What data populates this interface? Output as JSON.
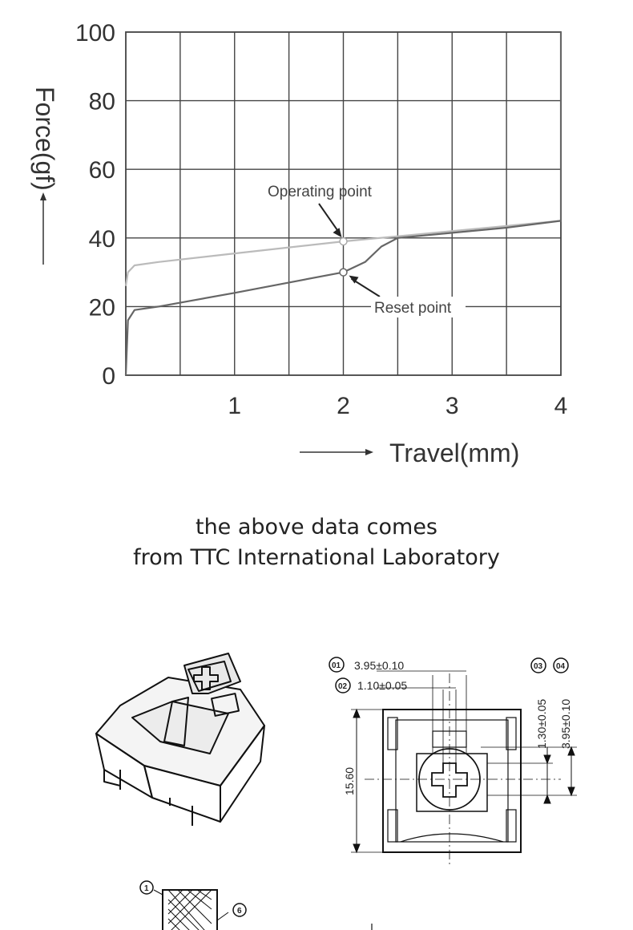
{
  "chart_data": {
    "type": "line",
    "xlabel": "Travel(mm)",
    "ylabel": "Force(gf)",
    "xlim": [
      0,
      4
    ],
    "ylim": [
      0,
      100
    ],
    "x_ticks": [
      "1",
      "2",
      "3",
      "4"
    ],
    "y_ticks": [
      "0",
      "20",
      "40",
      "60",
      "80",
      "100"
    ],
    "grid": true,
    "series": [
      {
        "color": "#bbbbbb",
        "x": [
          0,
          0.02,
          0.08,
          0.3,
          1.0,
          2.0,
          2.5,
          3.0,
          3.5,
          4.0
        ],
        "y": [
          26,
          30,
          32,
          33,
          35.5,
          39,
          40.5,
          42,
          43.5,
          45
        ]
      },
      {
        "color": "#666666",
        "x": [
          0,
          0.02,
          0.08,
          0.3,
          1.0,
          1.5,
          2.0,
          2.2,
          2.35,
          2.5,
          3.0,
          3.5,
          4.0,
          4.0
        ],
        "y": [
          0,
          16,
          19,
          20,
          24,
          27,
          30,
          33,
          37.5,
          40,
          41.5,
          43,
          45,
          100
        ]
      }
    ],
    "annotations": [
      {
        "text": "Operating point",
        "x": 2.0,
        "y": 39
      },
      {
        "text": "Reset point",
        "x": 2.0,
        "y": 30
      }
    ]
  },
  "caption": {
    "line1": "the above data comes",
    "line2": "from TTC International Laboratory"
  },
  "drawing": {
    "dim_01_label": "01",
    "dim_01_value": "3.95±0.10",
    "dim_02_label": "02",
    "dim_02_value": "1.10±0.05",
    "dim_03_label": "03",
    "dim_04_label": "04",
    "dim_03_value": "1.30±0.05",
    "dim_04_value": "3.95±0.10",
    "height_value": "15.60",
    "callout_1": "1",
    "callout_6": "6"
  }
}
